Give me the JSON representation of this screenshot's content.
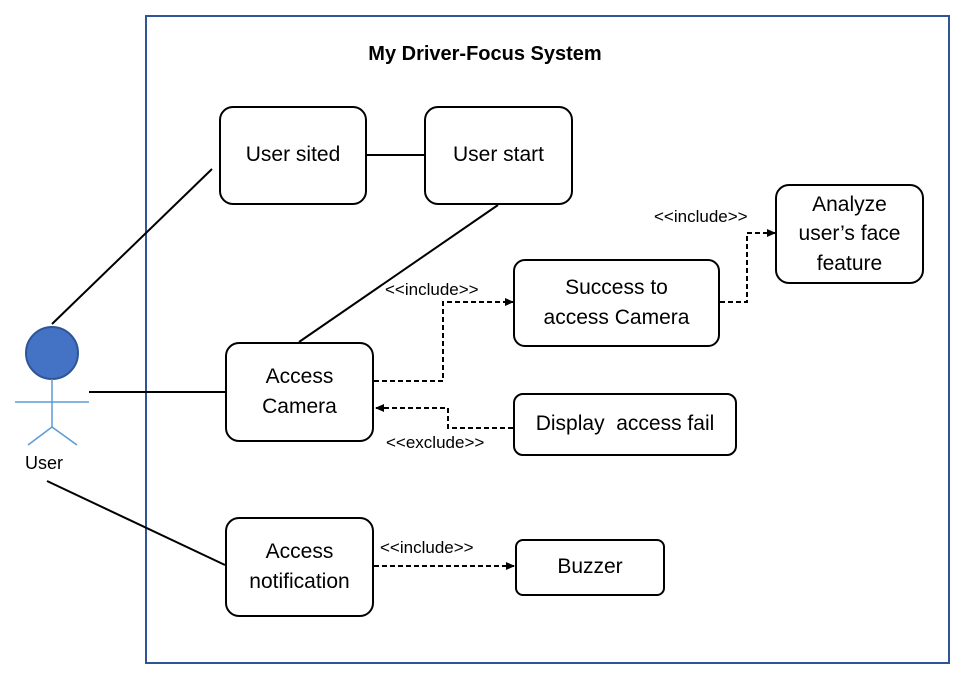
{
  "system": {
    "title": "My Driver-Focus System"
  },
  "actor": {
    "label": "User"
  },
  "use_cases": {
    "user_sited": "User sited",
    "user_start": "User start",
    "access_camera": [
      "Access",
      "Camera"
    ],
    "success_camera": [
      "Success to",
      "access Camera"
    ],
    "analyze_face": [
      "Analyze",
      "user’s face",
      "feature"
    ],
    "display_fail": "Display  access fail",
    "access_notification": [
      "Access",
      "notification"
    ],
    "buzzer": "Buzzer"
  },
  "relations": {
    "include_camera": "<<include>>",
    "include_analyze": "<<include>>",
    "exclude_fail": "<<exclude>>",
    "include_buzzer": "<<include>>"
  },
  "colors": {
    "boundary": "#2f5597",
    "actor_head_fill": "#4472c4",
    "actor_head_stroke": "#2f5597",
    "actor_body": "#5b9bd5",
    "line": "#000000"
  }
}
